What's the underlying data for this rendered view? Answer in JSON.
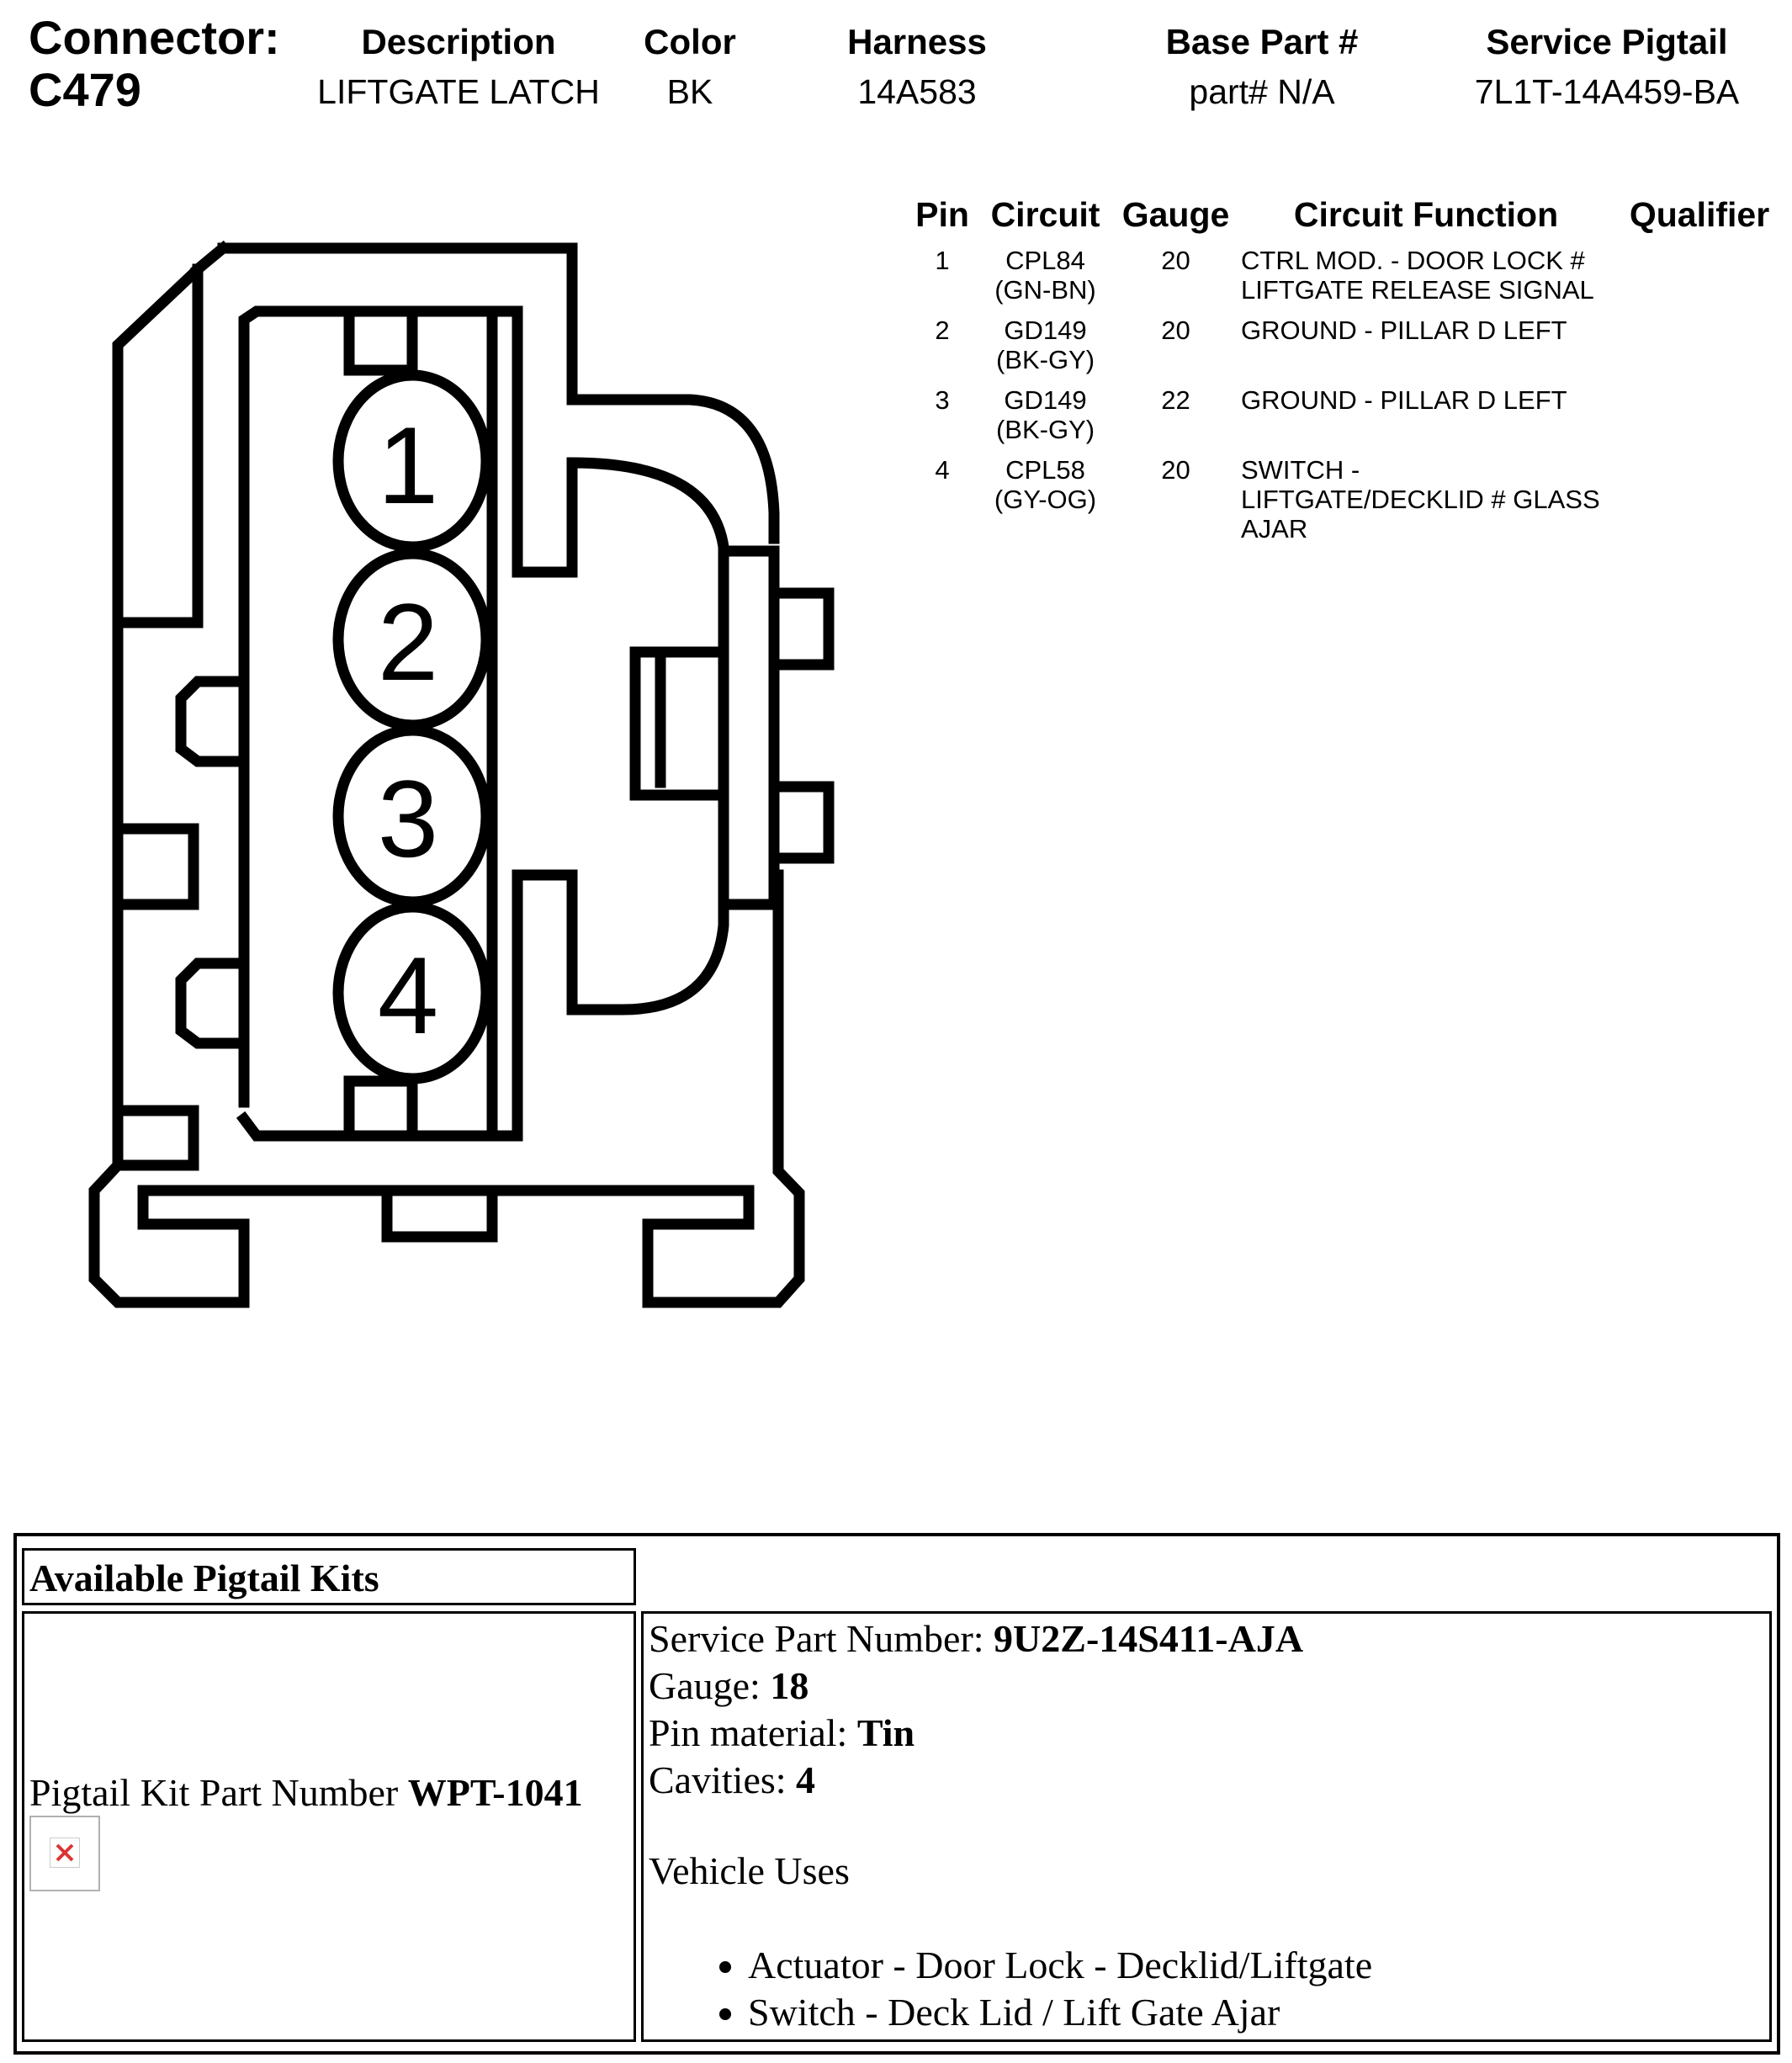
{
  "header": {
    "connector_label": "Connector:",
    "connector_id": "C479",
    "columns": [
      {
        "label": "Description",
        "value": "LIFTGATE LATCH"
      },
      {
        "label": "Color",
        "value": "BK"
      },
      {
        "label": "Harness",
        "value": "14A583"
      },
      {
        "label": "Base Part #",
        "value": "part# N/A"
      },
      {
        "label": "Service Pigtail",
        "value": "7L1T-14A459-BA"
      }
    ]
  },
  "pin_table": {
    "headers": [
      "Pin",
      "Circuit",
      "Gauge",
      "Circuit Function",
      "Qualifier"
    ],
    "rows": [
      {
        "pin": "1",
        "circuit": "CPL84",
        "color": "(GN-BN)",
        "gauge": "20",
        "function_lines": [
          "CTRL MOD. - DOOR LOCK #",
          "LIFTGATE RELEASE SIGNAL"
        ]
      },
      {
        "pin": "2",
        "circuit": "GD149",
        "color": "(BK-GY)",
        "gauge": "20",
        "function_lines": [
          "GROUND - PILLAR D LEFT"
        ]
      },
      {
        "pin": "3",
        "circuit": "GD149",
        "color": "(BK-GY)",
        "gauge": "22",
        "function_lines": [
          "GROUND - PILLAR D LEFT"
        ]
      },
      {
        "pin": "4",
        "circuit": "CPL58",
        "color": "(GY-OG)",
        "gauge": "20",
        "function_lines": [
          "SWITCH -",
          "LIFTGATE/DECKLID # GLASS",
          "AJAR"
        ]
      }
    ]
  },
  "diagram": {
    "pin_numbers": [
      "1",
      "2",
      "3",
      "4"
    ]
  },
  "pigtail": {
    "title": "Available Pigtail Kits",
    "kit_label": "Pigtail Kit Part Number ",
    "kit_number": "WPT-1041",
    "broken_image_icon": "broken-image-icon",
    "service_part_label": "Service Part Number: ",
    "service_part_value": "9U2Z-14S411-AJA",
    "gauge_label": "Gauge: ",
    "gauge_value": "18",
    "pin_material_label": "Pin material: ",
    "pin_material_value": "Tin",
    "cavities_label": "Cavities: ",
    "cavities_value": "4",
    "vehicle_uses_label": "Vehicle Uses",
    "vehicle_uses": [
      "Actuator - Door Lock - Decklid/Liftgate",
      "Switch - Deck Lid / Lift Gate Ajar"
    ]
  }
}
